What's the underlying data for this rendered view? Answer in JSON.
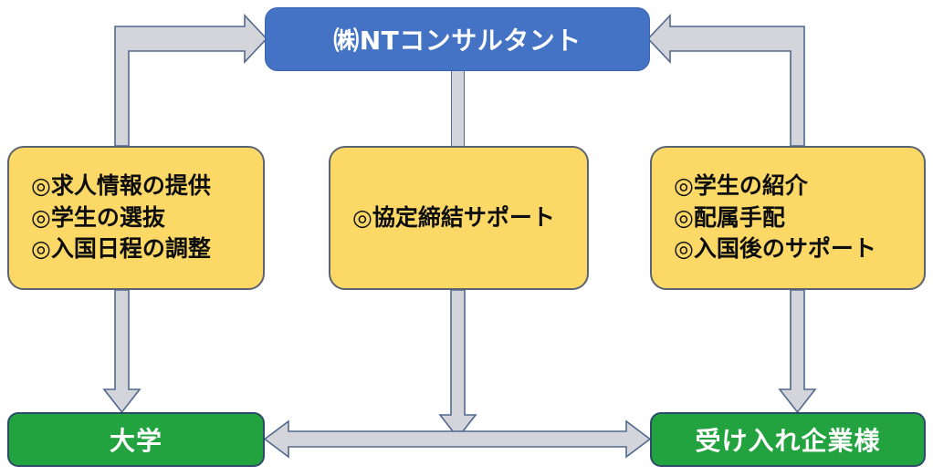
{
  "diagram": {
    "title_node": {
      "label": "㈱NTコンサルタント",
      "color": "#4472C4"
    },
    "service_boxes": [
      {
        "name": "university-services",
        "color": "#FCD966",
        "lines": [
          "◎求人情報の提供",
          "◎学生の選抜",
          "◎入国日程の調整"
        ]
      },
      {
        "name": "agreement-services",
        "color": "#FCD966",
        "lines": [
          "◎協定締結サポート"
        ]
      },
      {
        "name": "company-services",
        "color": "#FCD966",
        "lines": [
          "◎学生の紹介",
          "◎配属手配",
          "◎入国後のサポート"
        ]
      }
    ],
    "party_boxes": [
      {
        "name": "university",
        "label": "大学",
        "color": "#22A33F"
      },
      {
        "name": "host-company",
        "label": "受け入れ企業様",
        "color": "#22A33F"
      }
    ],
    "connectors": {
      "arrow_fill": "#D3D5DA",
      "arrow_stroke": "#51688E",
      "items": [
        {
          "name": "left-elbow-to-consultant",
          "direction": "up-right",
          "head": "single"
        },
        {
          "name": "right-elbow-to-consultant",
          "direction": "up-left",
          "head": "single"
        },
        {
          "name": "consultant-to-agreement-line",
          "direction": "down",
          "head": "none"
        },
        {
          "name": "university-services-to-university",
          "direction": "down",
          "head": "single"
        },
        {
          "name": "agreement-to-center",
          "direction": "down",
          "head": "single"
        },
        {
          "name": "company-services-to-company",
          "direction": "down",
          "head": "single"
        },
        {
          "name": "university-company-bidirectional",
          "direction": "horizontal",
          "head": "double"
        }
      ]
    }
  }
}
